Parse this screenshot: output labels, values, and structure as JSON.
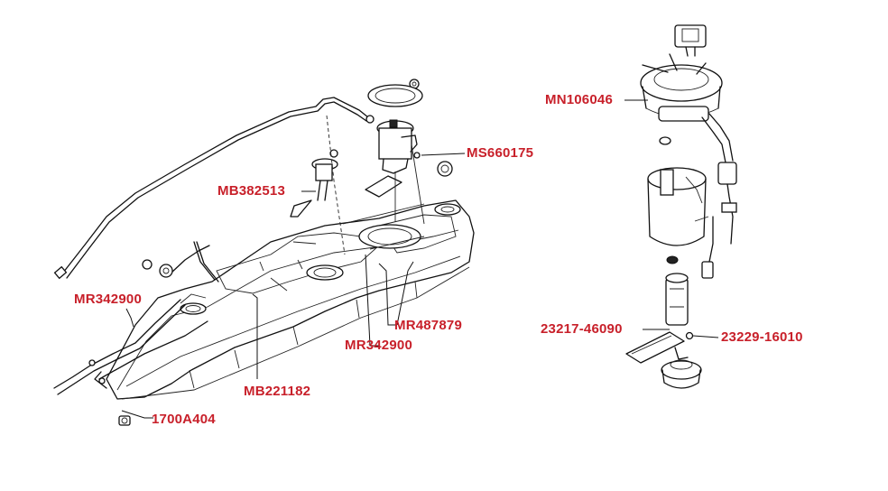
{
  "colors": {
    "label": "#c8202a",
    "ink": "#111111",
    "background": "#ffffff"
  },
  "parts": {
    "mn106046": "MN106046",
    "ms660175": "MS660175",
    "mb382513": "MB382513",
    "mr342900_left": "MR342900",
    "mr487879": "MR487879",
    "mr342900_center": "MR342900",
    "mb221182": "MB221182",
    "tank_1700a404": "1700A404",
    "pump_23217_46090": "23217-46090",
    "clip_23229_16010": "23229-16010"
  }
}
